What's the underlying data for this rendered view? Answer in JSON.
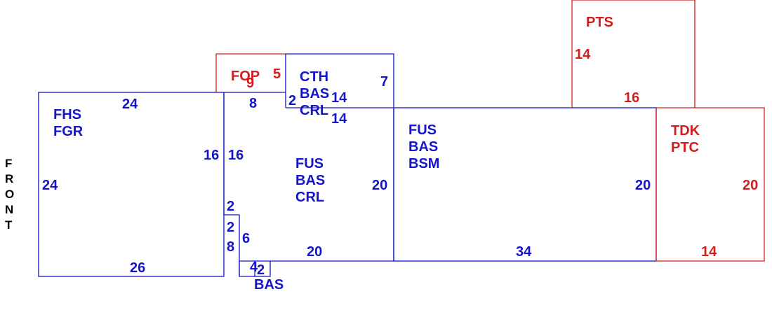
{
  "colors": {
    "main": "#1414c8",
    "accent": "#d21e1e",
    "side_label": "#000000"
  },
  "side_label": [
    "F",
    "R",
    "O",
    "N",
    "T"
  ],
  "areas": {
    "fhs": {
      "code1": "FHS",
      "code2": "FGR"
    },
    "fus_crl": {
      "code1": "FUS",
      "code2": "BAS",
      "code3": "CRL"
    },
    "cth": {
      "code1": "CTH",
      "code2": "BAS",
      "code3": "CRL"
    },
    "fop": {
      "code1": "FOP"
    },
    "fus_bsm": {
      "code1": "FUS",
      "code2": "BAS",
      "code3": "BSM"
    },
    "pts": {
      "code1": "PTS"
    },
    "tdk": {
      "code1": "TDK",
      "code2": "PTC"
    },
    "bas_small": {
      "code1": "BAS"
    }
  },
  "dims": {
    "fhs_top": "24",
    "fhs_left": "24",
    "fhs_right": "16",
    "fhs_bottom": "26",
    "fus_left": "16",
    "fus_top": "8",
    "fus_notch_a": "2",
    "fus_notch_b": "2",
    "fus_notch_c": "8",
    "fus_notch_d": "6",
    "fus_right": "20",
    "fus_bottom": "20",
    "small_a": "4",
    "small_b": "2",
    "cth_left": "2",
    "cth_inner_a": "14",
    "cth_inner_b": "14",
    "cth_right": "7",
    "fop_top": "5",
    "fop_inner": "9",
    "bsm_right": "20",
    "bsm_bottom": "34",
    "pts_left": "14",
    "pts_bottom": "16",
    "tdk_right": "20",
    "tdk_bottom": "14"
  }
}
